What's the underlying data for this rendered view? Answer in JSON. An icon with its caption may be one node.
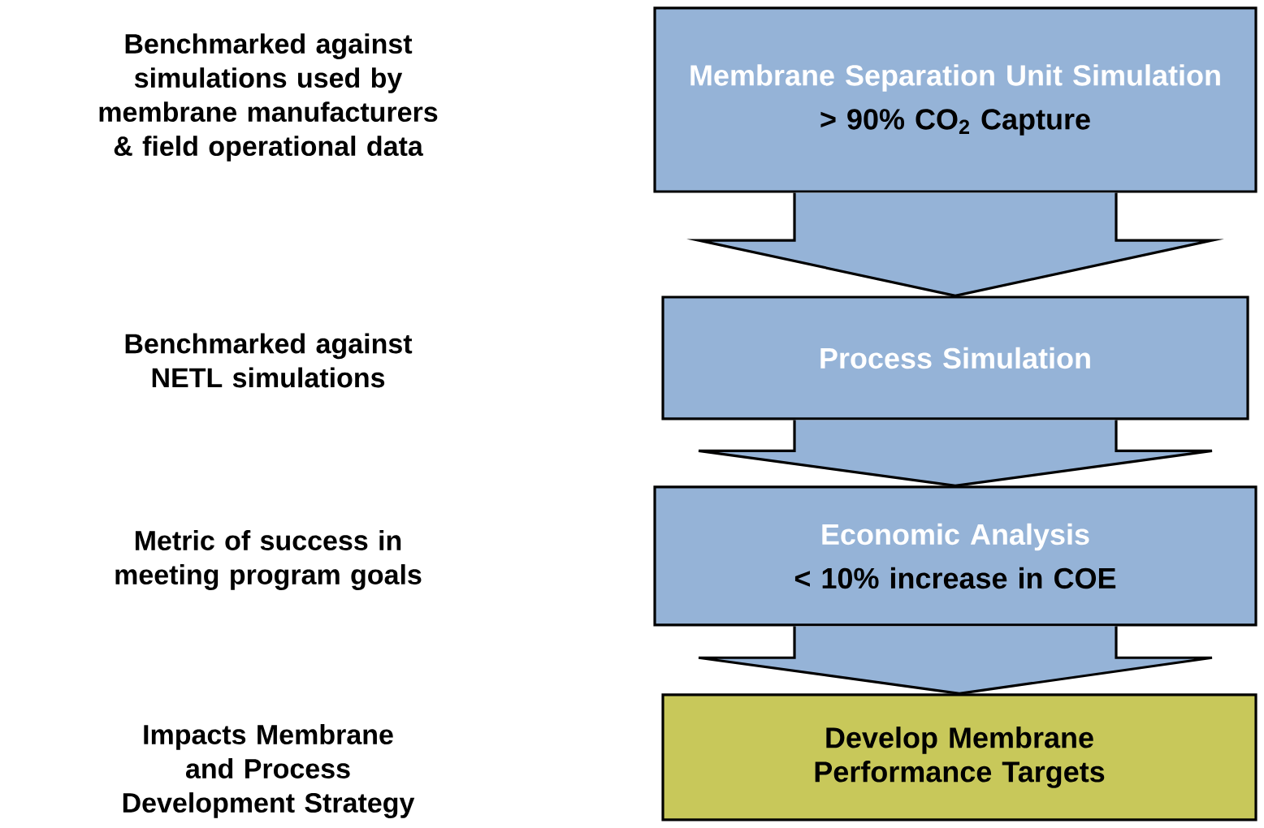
{
  "diagram": {
    "nodes": [
      {
        "text": [
          "Membrane Separation Unit Simulation",
          "> 90% CO$_{2}$ Capture"
        ]
      },
      {
        "text": [
          "Process Simulation"
        ]
      },
      {
        "text": [
          "Economic Analysis",
          "< 10% increase in COE"
        ]
      },
      {
        "text": [
          "Develop Membrane Performance Targets"
        ]
      }
    ],
    "edges": [
      {
        "from": 0,
        "to": 1,
        "arrow": "to"
      },
      {
        "from": 1,
        "to": 2,
        "arrow": "to"
      },
      {
        "from": 2,
        "to": 3,
        "arrow": "to"
      }
    ],
    "labels": [
      "Benchmarked against simulations used by membrane manufacturers & field operational data",
      "Benchmarked against NETL simulations",
      "Metric of success in meeting program goals",
      "Impacts Membrane and Process Development Strategy"
    ]
  }
}
